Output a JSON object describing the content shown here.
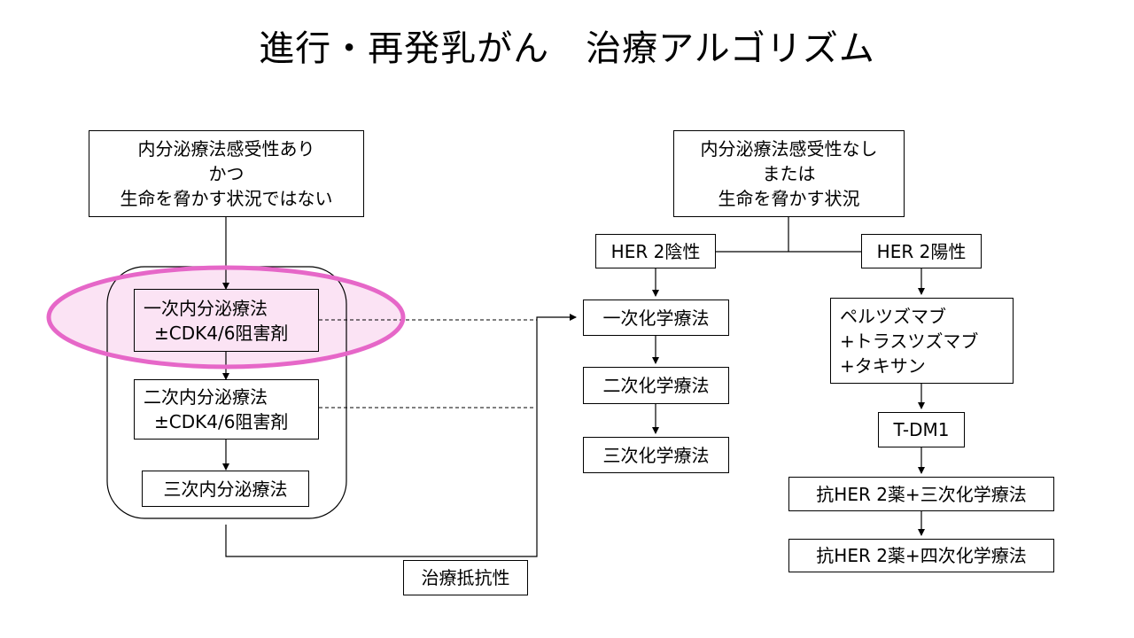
{
  "title": "進行・再発乳がん　治療アルゴリズム",
  "left_branch": {
    "condition": [
      "内分泌療法感受性あり",
      "かつ",
      "生命を脅かす状況ではない"
    ],
    "first_line": [
      "一次内分泌療法",
      "±CDK4/6阻害剤"
    ],
    "second_line": [
      "二次内分泌療法",
      "±CDK4/6阻害剤"
    ],
    "third_line": "三次内分泌療法",
    "resistance": "治療抵抗性"
  },
  "right_branch": {
    "condition": [
      "内分泌療法感受性なし",
      "または",
      "生命を脅かす状況"
    ],
    "her2_negative": {
      "label": "HER 2陰性",
      "steps": [
        "一次化学療法",
        "二次化学療法",
        "三次化学療法"
      ]
    },
    "her2_positive": {
      "label": "HER 2陽性",
      "regimen": [
        "ペルツズマブ",
        "+トラスツズマブ",
        "+タキサン"
      ],
      "t_dm1": "T-DM1",
      "third": "抗HER 2薬+三次化学療法",
      "fourth": "抗HER 2薬+四次化学療法"
    }
  },
  "colors": {
    "highlight_stroke": "#e667c8",
    "highlight_fill": "#fbe3f4"
  }
}
